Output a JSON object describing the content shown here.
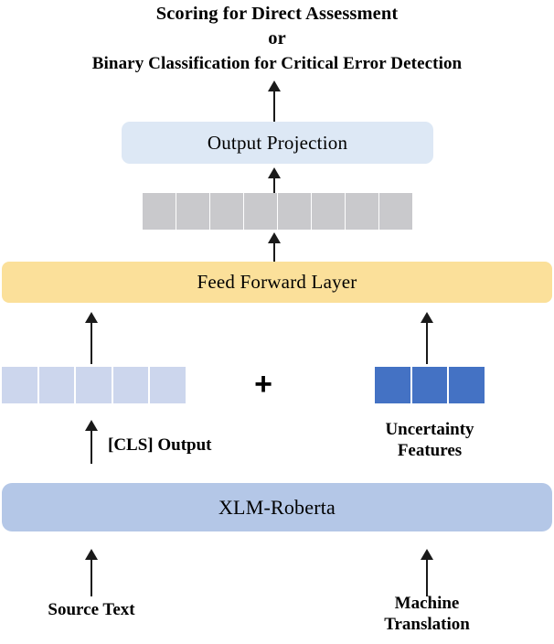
{
  "diagram": {
    "title": {
      "line1": "Scoring for Direct Assessment",
      "line2": "or",
      "line3": "Binary Classification for Critical Error Detection"
    },
    "blocks": {
      "output_projection": "Output Projection",
      "feed_forward": "Feed Forward Layer",
      "encoder": "XLM-Roberta"
    },
    "operators": {
      "concat_plus": "+"
    },
    "captions": {
      "cls_output": "[CLS] Output",
      "uncertainty_line1": "Uncertainty",
      "uncertainty_line2": "Features",
      "source_text": "Source Text",
      "machine_translation_line1": "Machine",
      "machine_translation_line2": "Translation"
    },
    "token_rows": {
      "hidden_states": {
        "count": 8,
        "color": "#c9c9cc"
      },
      "cls_embedding": {
        "count": 5,
        "color": "#ccd6ed"
      },
      "uncertainty_features": {
        "count": 3,
        "color": "#4472c4"
      }
    },
    "colors": {
      "output_projection_fill": "#dde8f5",
      "feed_forward_fill": "#fbe09a",
      "encoder_fill": "#b4c7e7",
      "gray_cell": "#c9c9cc",
      "light_blue_cell": "#ccd6ed",
      "dark_blue_cell": "#4472c4",
      "arrow": "#1a1a1a",
      "background": "#ffffff",
      "text": "#000000"
    }
  }
}
